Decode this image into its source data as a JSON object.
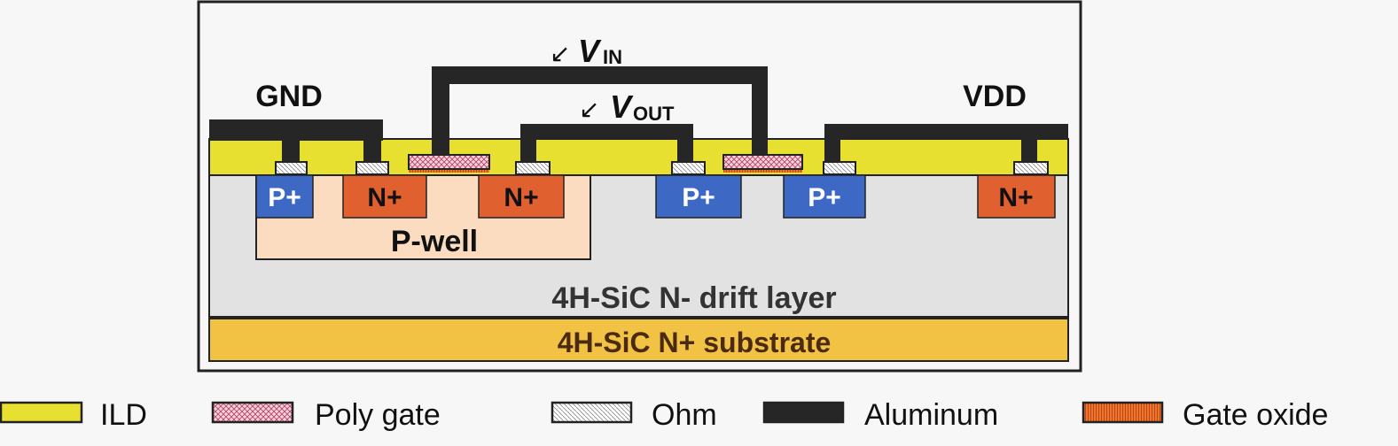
{
  "terminals": {
    "gnd": "GND",
    "vdd": "VDD",
    "vin_v": "V",
    "vin_sub": "IN",
    "vout_v": "V",
    "vout_sub": "OUT",
    "arrow": "↙"
  },
  "regions": {
    "p_plus": "P+",
    "n_plus": "N+",
    "p_well": "P-well",
    "drift": "4H-SiC N- drift layer",
    "substrate": "4H-SiC N+ substrate"
  },
  "legend": [
    {
      "label": "ILD",
      "color": "#e8e030"
    },
    {
      "label": "Poly gate",
      "color": "#f0c8d8"
    },
    {
      "label": "Ohm",
      "color": "#ffffff"
    },
    {
      "label": "Aluminum",
      "color": "#262626"
    },
    {
      "label": "Gate oxide",
      "color": "#e87830"
    }
  ],
  "colors": {
    "ild": "#e8e030",
    "drift": "#e2e2e2",
    "substrate": "#f2c244",
    "pwell": "#fcdcc0",
    "pplus": "#3d68c4",
    "nplus": "#e06030",
    "aluminum": "#262626"
  }
}
